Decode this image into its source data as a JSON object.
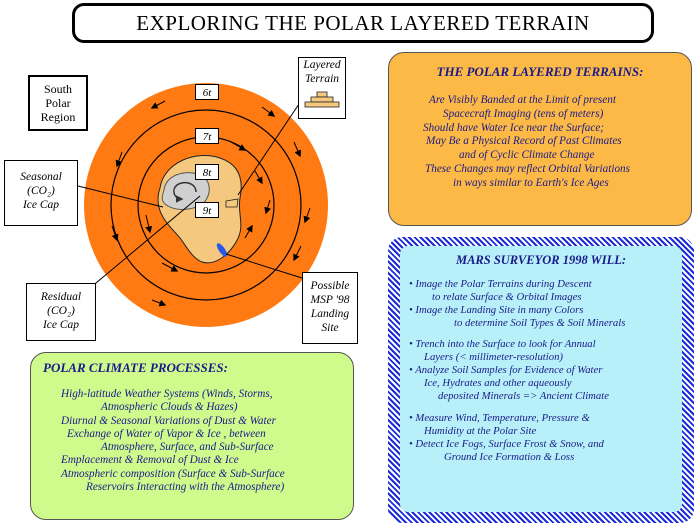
{
  "title": "EXPLORING THE  POLAR LAYERED TERRAIN",
  "diagram": {
    "region_label": [
      "South",
      "Polar",
      "Region"
    ],
    "layered_terrain_label": [
      "Layered",
      "Terrain"
    ],
    "ring_labels": [
      "6t",
      "7t",
      "8t",
      "9t"
    ],
    "seasonal_label": [
      "Seasonal",
      "(CO₂)",
      "Ice Cap"
    ],
    "residual_label": [
      "Residual",
      "(CO₂)",
      "Ice Cap"
    ],
    "landing_label": [
      "Possible",
      "MSP '98",
      "Landing",
      "Site"
    ],
    "colors": {
      "disk": "#ff7a12",
      "residual_cap": "#d0d0d0",
      "layered_terrain": "#f5c87f",
      "landing_site": "#2a58e6"
    }
  },
  "layered_panel": {
    "heading": "THE POLAR LAYERED TERRAINS:",
    "lines": [
      "Are Visibly Banded at the Limit of present",
      "Spacecraft Imaging (tens of meters)",
      "Should have Water Ice near the Surface;",
      "May Be a Physical  Record of Past Climates",
      "and of Cyclic Climate Change",
      "These Changes may  reflect Orbital Variations",
      "in ways similar to Earth's Ice Ages"
    ],
    "color": "#fdb945"
  },
  "surveyor_panel": {
    "heading": "MARS SURVEYOR 1998 WILL:",
    "lines": [
      "•  Image the Polar Terrains during Descent",
      "to relate Surface & Orbital Images",
      "•  Image the Landing Site in many Colors",
      "to determine Soil Types &  Soil Minerals",
      "",
      "•  Trench into the  Surface to look for Annual",
      "Layers (< millimeter-resolution)",
      "•  Analyze Soil Samples for Evidence of Water",
      "Ice, Hydrates and other aqueously",
      "deposited Minerals => Ancient Climate",
      "",
      "•  Measure Wind, Temperature, Pressure &",
      "Humidity at the Polar Site",
      "•  Detect Ice Fogs, Surface Frost & Snow, and",
      "Ground Ice Formation & Loss"
    ],
    "color": "#b7f0f8"
  },
  "climate_panel": {
    "heading": "POLAR CLIMATE PROCESSES:",
    "lines": [
      "High-latitude Weather Systems (Winds, Storms,",
      "Atmospheric Clouds & Hazes)",
      "Diurnal & Seasonal Variations of Dust & Water",
      "Exchange of Water of Vapor & Ice ,  between",
      "Atmosphere, Surface, and  Sub-Surface",
      "Emplacement & Removal of Dust & Ice",
      "Atmospheric composition (Surface & Sub-Surface",
      "Reservoirs Interacting with the Atmosphere)"
    ],
    "color": "#cffa8c"
  }
}
